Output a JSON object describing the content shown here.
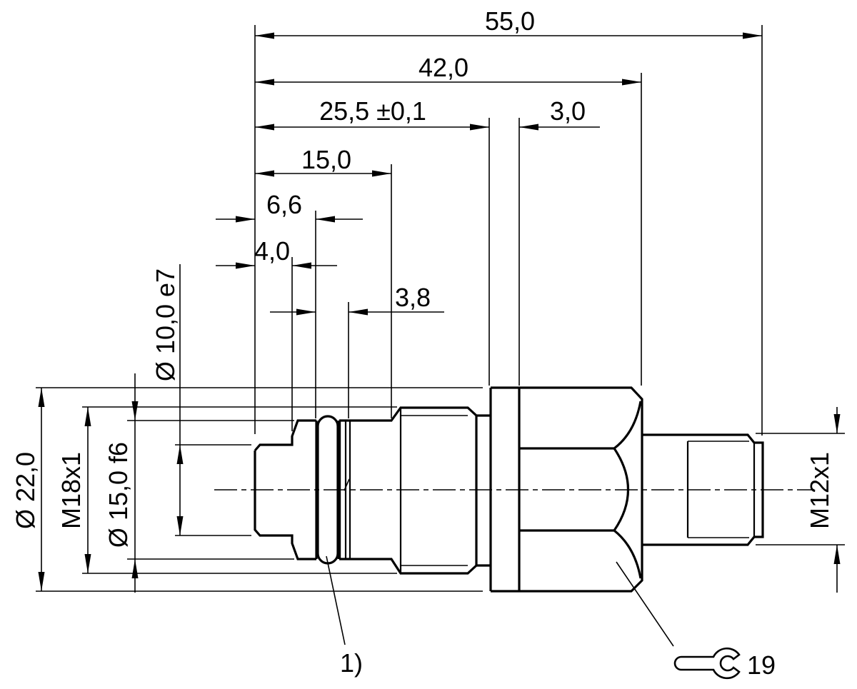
{
  "drawing": {
    "colors": {
      "background": "#ffffff",
      "lines": "#000000"
    },
    "dimensions": {
      "overall_length": {
        "label": "55,0"
      },
      "length_to_hex": {
        "label": "42,0"
      },
      "length_to_flange": {
        "label": "25,5 ±0,1"
      },
      "flange_thickness": {
        "label": "3,0"
      },
      "pilot_length": {
        "label": "15,0"
      },
      "collar_length": {
        "label": "6,6"
      },
      "nose_length": {
        "label": "4,0"
      },
      "groove_width": {
        "label": "3,8"
      },
      "flange_diameter": {
        "label": "Ø 22,0"
      },
      "mounting_thread": {
        "label": "M18x1"
      },
      "pilot_diameter": {
        "label": "Ø 15,0 f6"
      },
      "nose_diameter": {
        "label": "Ø 10,0 e7"
      },
      "connector_thread": {
        "label": "M12x1"
      }
    },
    "annotations": {
      "oring_note": {
        "label": "1)"
      },
      "wrench_size": {
        "label": "19",
        "icon": "open-end-wrench-icon"
      }
    }
  }
}
